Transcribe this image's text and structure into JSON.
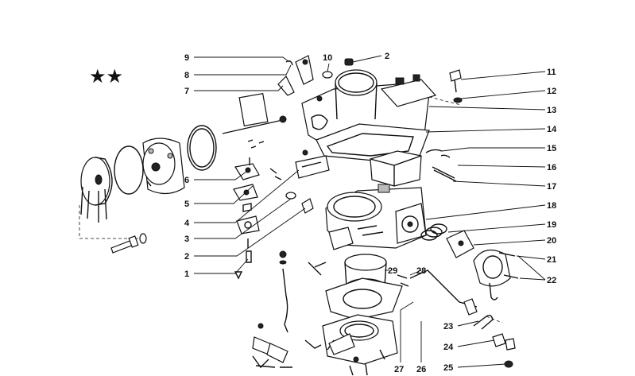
{
  "diagram": {
    "marker": "★★",
    "callouts": [
      "1",
      "2",
      "3",
      "4",
      "5",
      "6",
      "7",
      "8",
      "9",
      "10",
      "11",
      "12",
      "13",
      "14",
      "15",
      "16",
      "17",
      "18",
      "19",
      "20",
      "21",
      "22",
      "23",
      "24",
      "25",
      "26",
      "27",
      "28",
      "29"
    ]
  }
}
